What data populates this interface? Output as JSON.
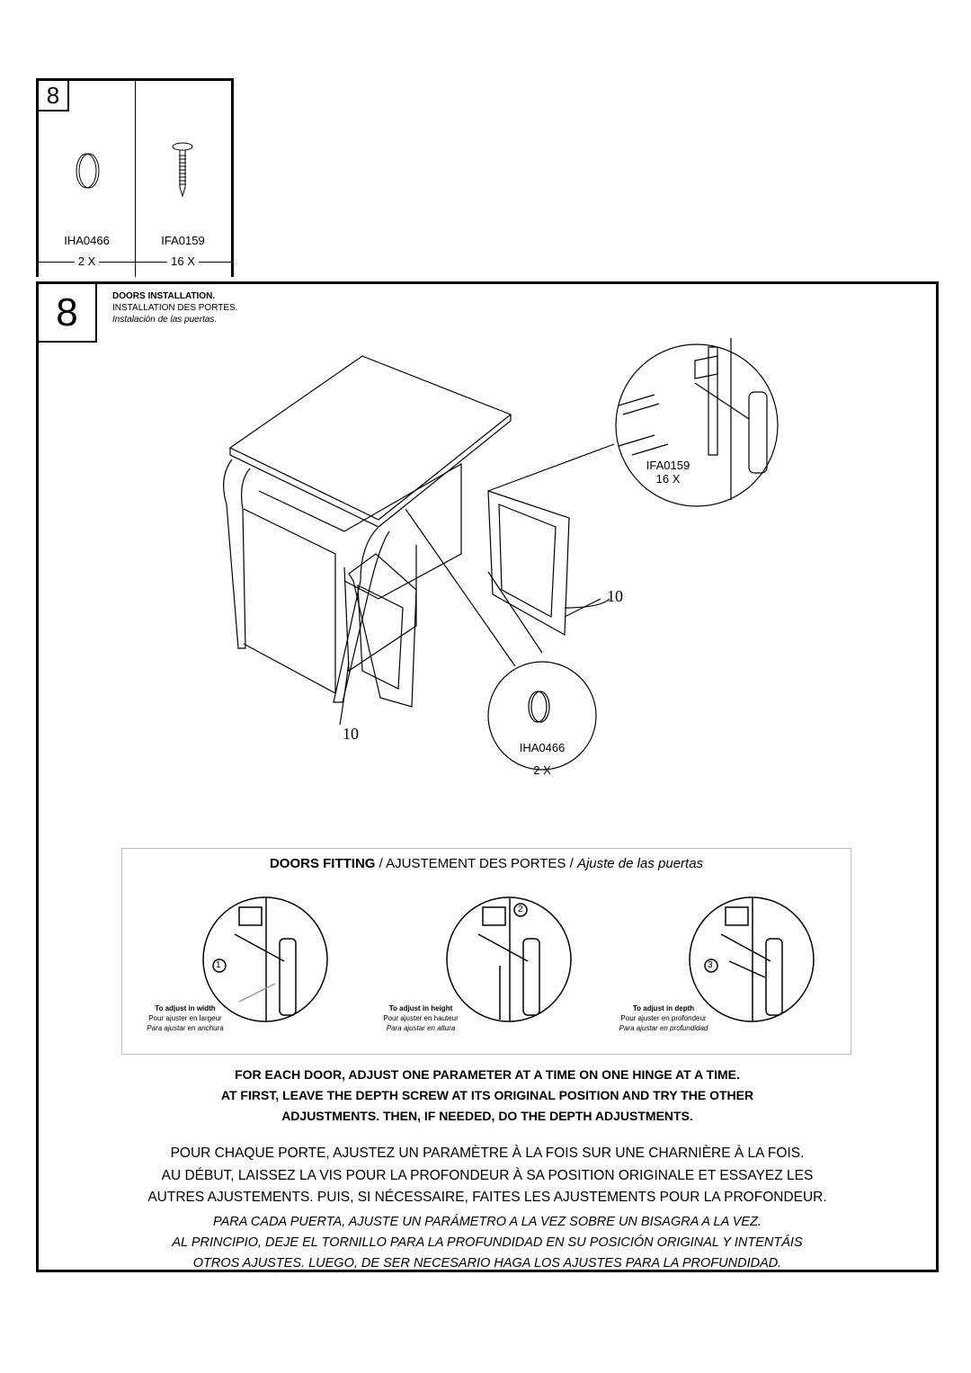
{
  "parts": {
    "step": "8",
    "items": [
      {
        "code": "IHA0466",
        "qty": "2 X"
      },
      {
        "code": "IFA0159",
        "qty": "16 X"
      }
    ]
  },
  "step": {
    "number": "8",
    "title_en": "DOORS INSTALLATION.",
    "title_fr": "INSTALLATION DES PORTES.",
    "title_es": "Instalación de las puertas."
  },
  "callouts": {
    "screw_code": "IFA0159",
    "screw_qty": "16 X",
    "cap_code": "IHA0466",
    "cap_qty": "2 X",
    "door_label_1": "10",
    "door_label_2": "10"
  },
  "fitting": {
    "title_en": "DOORS FITTING",
    "title_fr": " / AJUSTEMENT DES PORTES / ",
    "title_es": "Ajuste de las puertas",
    "panels": [
      {
        "num": "1",
        "en": "To adjust in width",
        "fr": "Pour ajuster en largeur",
        "es": "Para ajustar en anchura"
      },
      {
        "num": "2",
        "en": "To adjust in height",
        "fr": "Pour ajuster en hauteur",
        "es": "Para ajustar en altura"
      },
      {
        "num": "3",
        "en": "To adjust in depth",
        "fr": "Pour ajuster en profondeur",
        "es": "Para ajustar en profundidad"
      }
    ]
  },
  "instructions": {
    "en": [
      "FOR EACH DOOR, ADJUST ONE PARAMETER AT A TIME ON ONE HINGE AT A TIME.",
      "AT FIRST, LEAVE THE DEPTH SCREW AT ITS ORIGINAL POSITION AND TRY THE OTHER",
      "ADJUSTMENTS. THEN, IF NEEDED, DO THE DEPTH ADJUSTMENTS."
    ],
    "fr": [
      "POUR CHAQUE PORTE, AJUSTEZ UN PARAMÈTRE À LA FOIS SUR UNE CHARNIÈRE À LA FOIS.",
      "AU DÉBUT, LAISSEZ LA VIS POUR LA PROFONDEUR À SA POSITION ORIGINALE ET ESSAYEZ LES",
      "AUTRES AJUSTEMENTS. PUIS, SI NÉCESSAIRE, FAITES LES AJUSTEMENTS POUR LA PROFONDEUR."
    ],
    "es": [
      "PARA CADA PUERTA, AJUSTE UN PARÁMETRO A LA VEZ SOBRE UN BISAGRA A LA VEZ.",
      "AL PRINCIPIO, DEJE EL TORNILLO PARA LA PROFUNDIDAD EN SU POSICIÓN ORIGINAL Y INTENTÁIS",
      "OTROS AJUSTES. LUEGO, DE SER NECESARIO HAGA LOS AJUSTES PARA LA PROFUNDIDAD."
    ]
  }
}
